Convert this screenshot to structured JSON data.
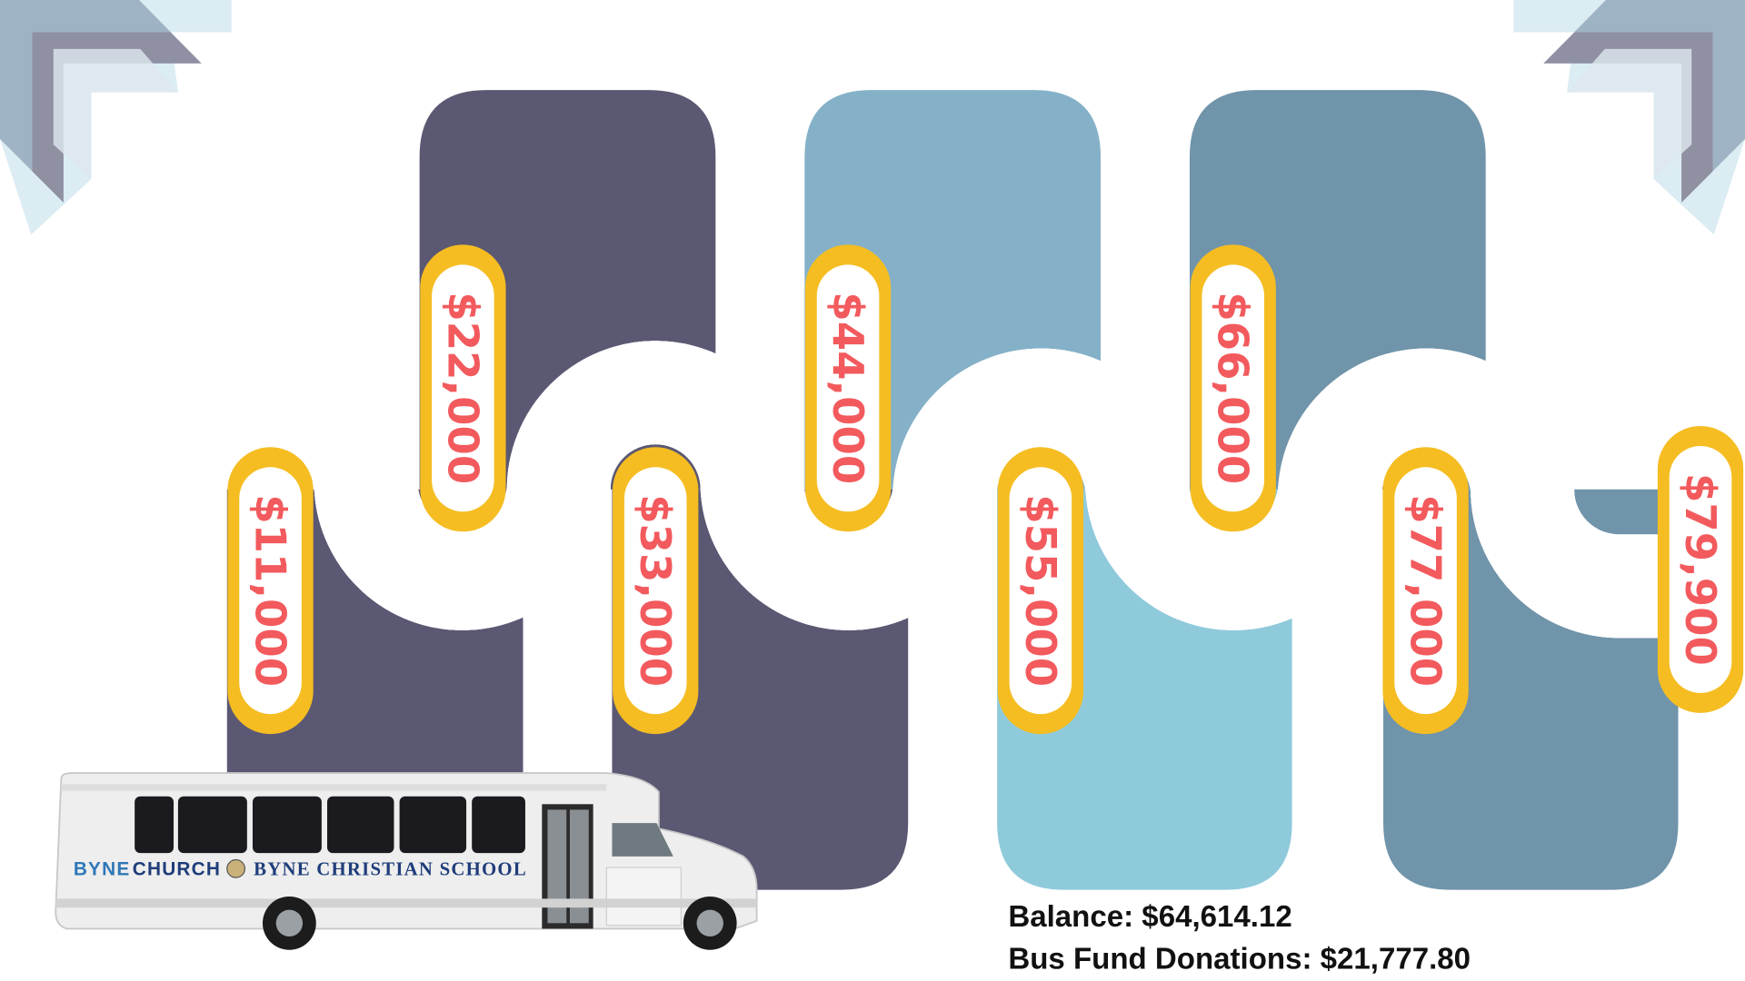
{
  "colors": {
    "bar_purple": "#5b5873",
    "bar_light_blue": "#85b1c8",
    "bar_steel_blue": "#7094aa",
    "bar_bottom_light": "#8fcadb",
    "road_dark": "#4d4d4d",
    "road_progress": "#7ed957",
    "pill_yellow": "#f5bd22",
    "pill_text": "#f25a5d"
  },
  "milestones": [
    {
      "label": "$11,000",
      "position": "below"
    },
    {
      "label": "$22,000",
      "position": "above"
    },
    {
      "label": "$33,000",
      "position": "below"
    },
    {
      "label": "$44,000",
      "position": "above"
    },
    {
      "label": "$55,000",
      "position": "below"
    },
    {
      "label": "$66,000",
      "position": "above"
    },
    {
      "label": "$77,000",
      "position": "below"
    },
    {
      "label": "$79,900",
      "position": "end"
    }
  ],
  "bus": {
    "left_text": "BYNE",
    "left_text_bold": "CHURCH",
    "right_text": "BYNE CHRISTIAN SCHOOL"
  },
  "summary": {
    "balance": "Balance: $64,614.12",
    "donations": "Bus Fund Donations: $21,777.80"
  }
}
